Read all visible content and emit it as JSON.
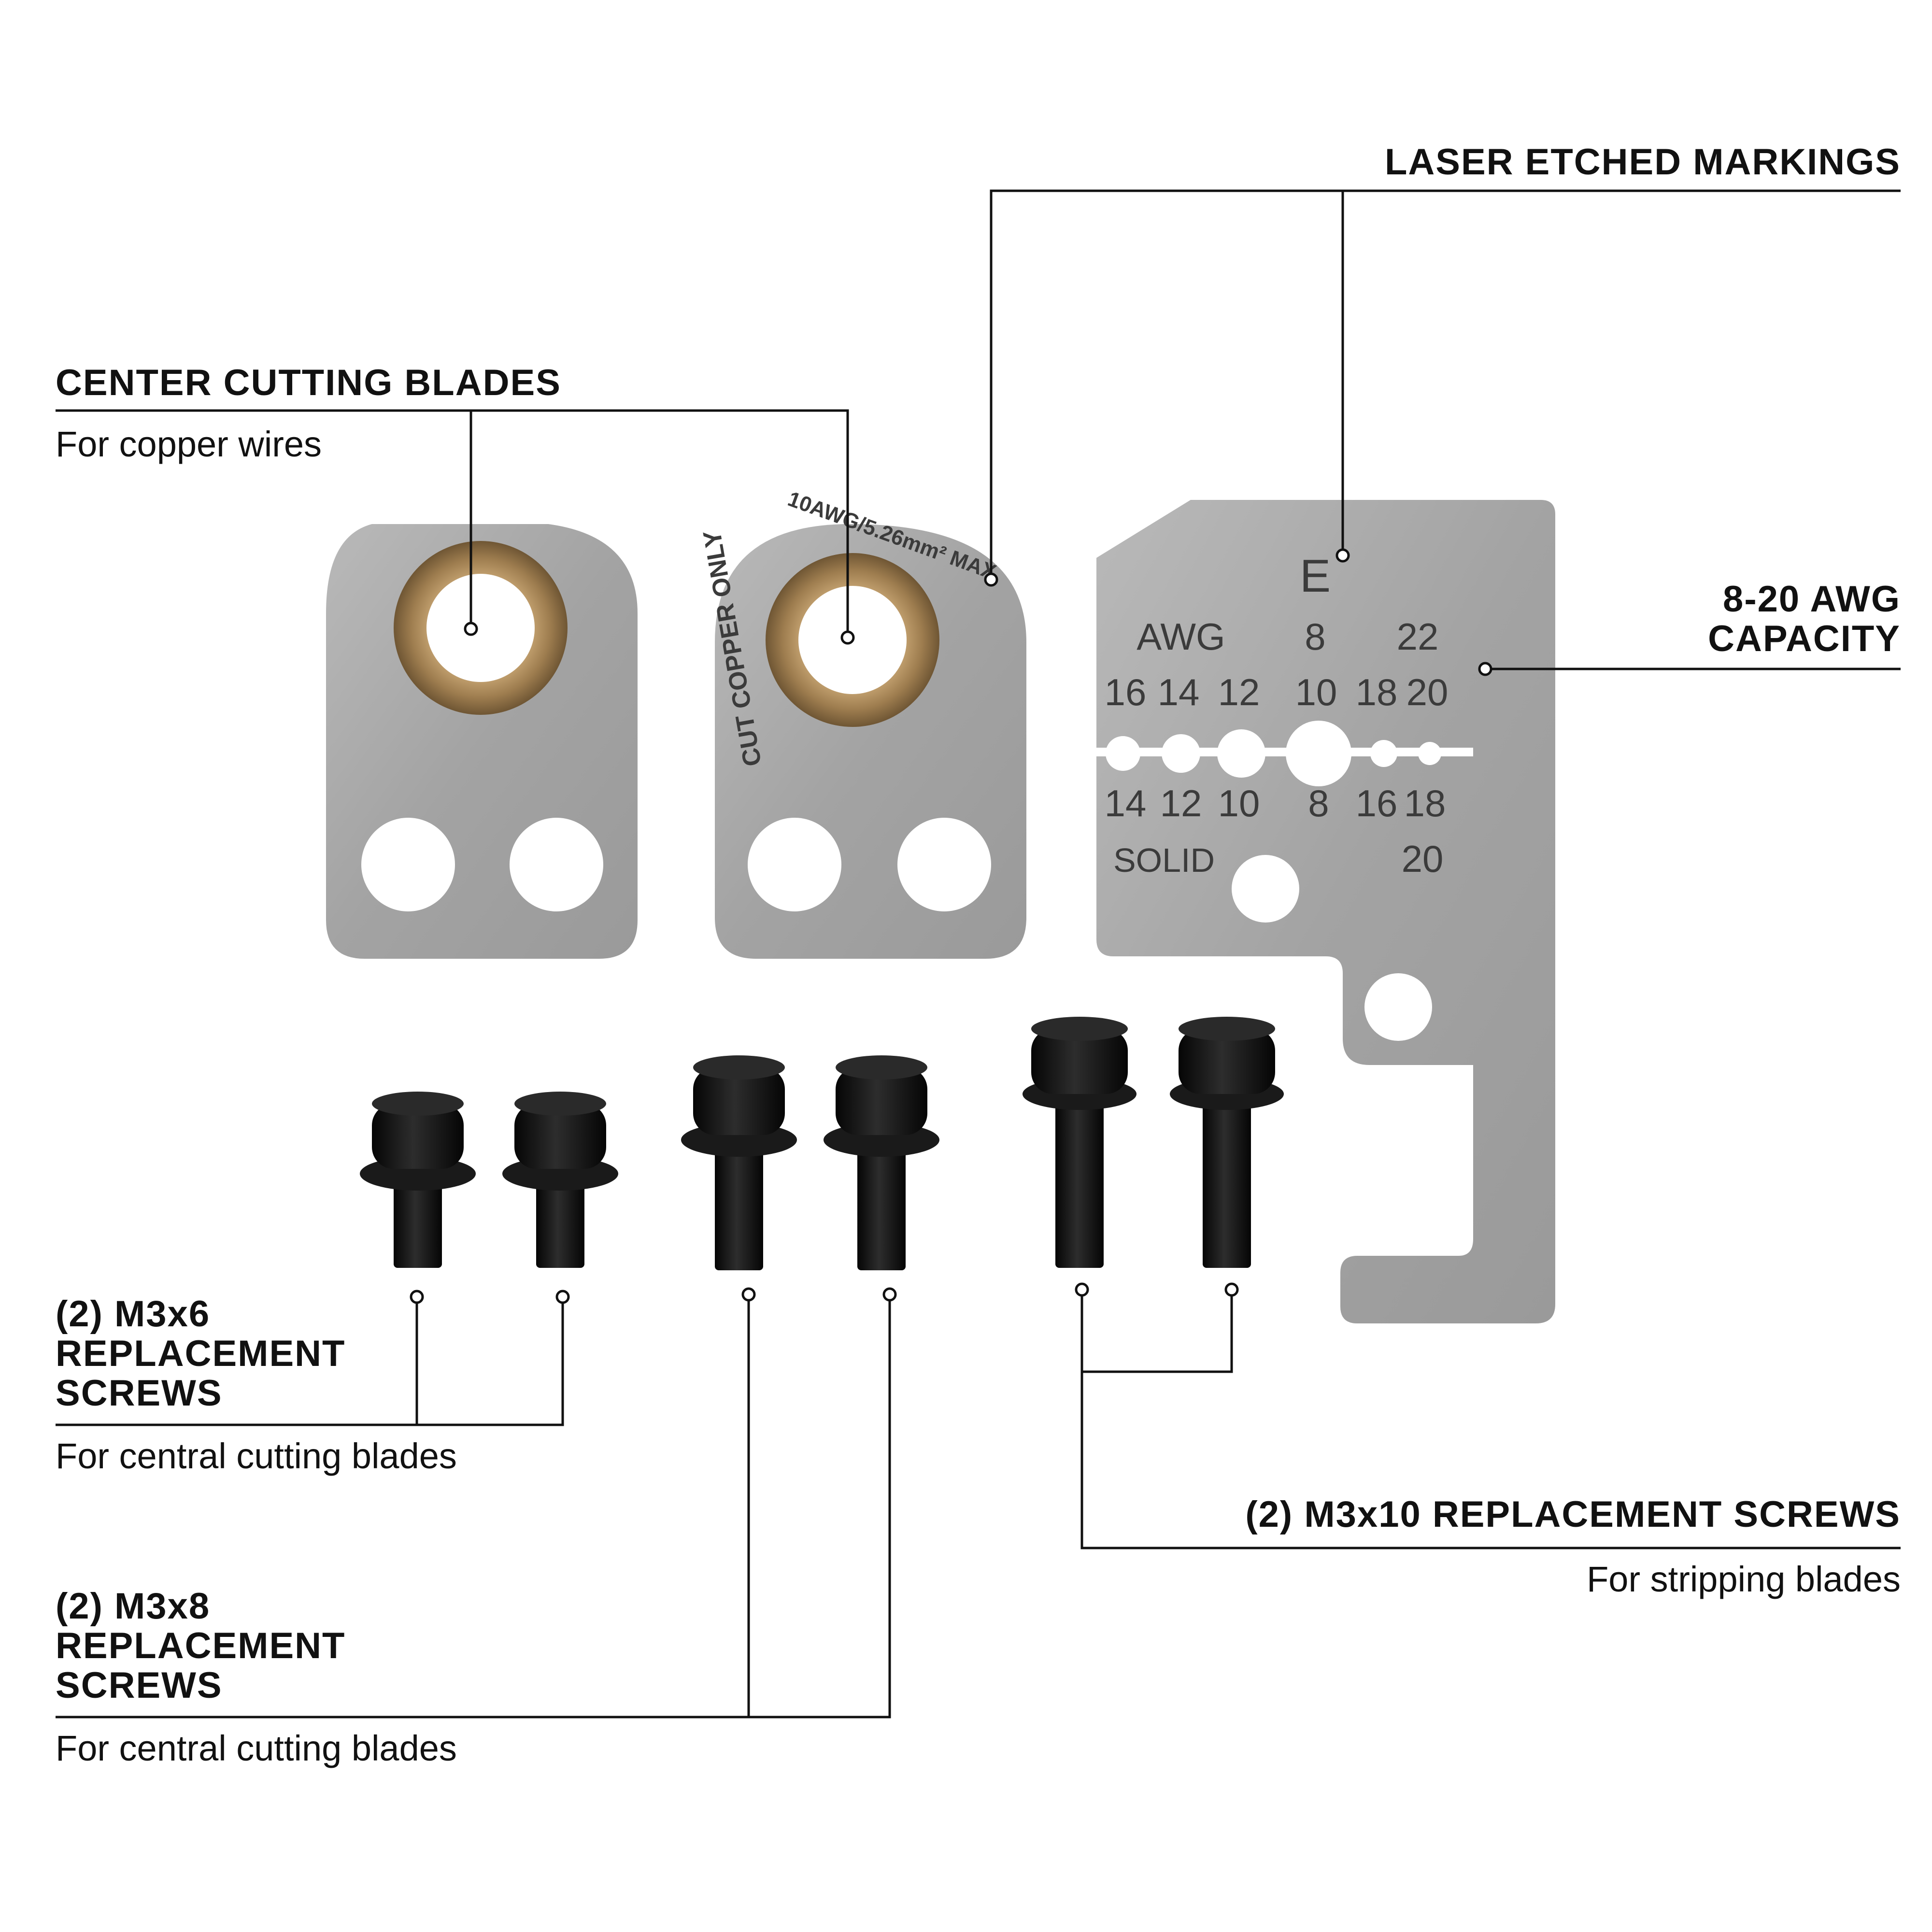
{
  "callouts": {
    "laser_etched": {
      "title": "LASER ETCHED MARKINGS"
    },
    "center_blades": {
      "title": "CENTER CUTTING BLADES",
      "subtitle": "For copper wires"
    },
    "capacity": {
      "title_line1": "8-20 AWG",
      "title_line2": "CAPACITY"
    },
    "m3x6": {
      "title_line1": "(2) M3x6",
      "title_line2": "REPLACEMENT",
      "title_line3": "SCREWS",
      "subtitle": "For central cutting blades"
    },
    "m3x8": {
      "title_line1": "(2) M3x8",
      "title_line2": "REPLACEMENT",
      "title_line3": "SCREWS",
      "subtitle": "For central cutting blades"
    },
    "m3x10": {
      "title": "(2) M3x10 REPLACEMENT SCREWS",
      "subtitle": "For stripping blades"
    }
  },
  "blade_markings": {
    "ring_text": "CUT COPPER ONLY",
    "ring_text_2": "10AWG/5.26mm² MAX",
    "letter": "E",
    "top_row": [
      "AWG",
      "8",
      "22"
    ],
    "second_row": [
      "16",
      "14",
      "12",
      "10",
      "18",
      "20"
    ],
    "third_row": [
      "14",
      "12",
      "10",
      "8",
      "16",
      "18"
    ],
    "solid": "SOLID",
    "solid_value": "20"
  },
  "colors": {
    "steel": "#a9a9a9",
    "bronze": "#a88a5e",
    "screw": "#141414",
    "line": "#111111"
  }
}
